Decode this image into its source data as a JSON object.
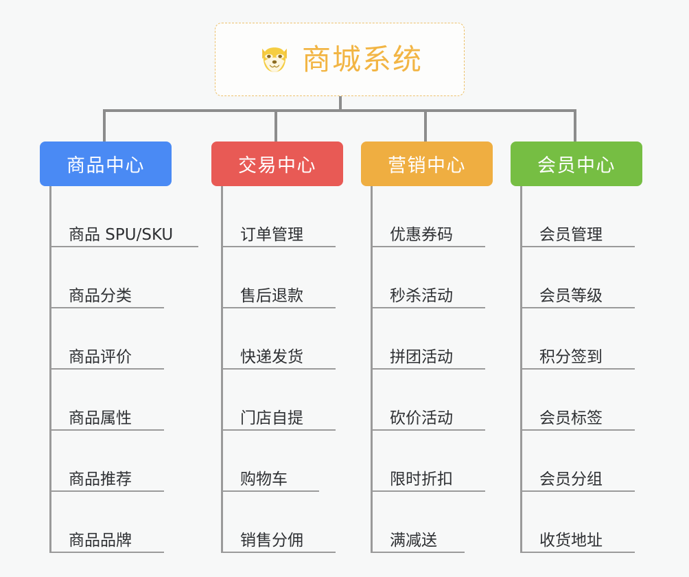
{
  "root": {
    "title": "商城系统",
    "icon": "shiba-inu-emoji",
    "border_color": "#edc16b",
    "text_color": "#f2b544"
  },
  "connector_color": "#8c8c8c",
  "columns": [
    {
      "title": "商品中心",
      "color": "#4a8af4",
      "items": [
        "商品 SPU/SKU",
        "商品分类",
        "商品评价",
        "商品属性",
        "商品推荐",
        "商品品牌"
      ]
    },
    {
      "title": "交易中心",
      "color": "#e85a55",
      "items": [
        "订单管理",
        "售后退款",
        "快递发货",
        "门店自提",
        "购物车",
        "销售分佣"
      ]
    },
    {
      "title": "营销中心",
      "color": "#efae41",
      "items": [
        "优惠券码",
        "秒杀活动",
        "拼团活动",
        "砍价活动",
        "限时折扣",
        "满减送"
      ]
    },
    {
      "title": "会员中心",
      "color": "#76be43",
      "items": [
        "会员管理",
        "会员等级",
        "积分签到",
        "会员标签",
        "会员分组",
        "收货地址"
      ]
    }
  ]
}
